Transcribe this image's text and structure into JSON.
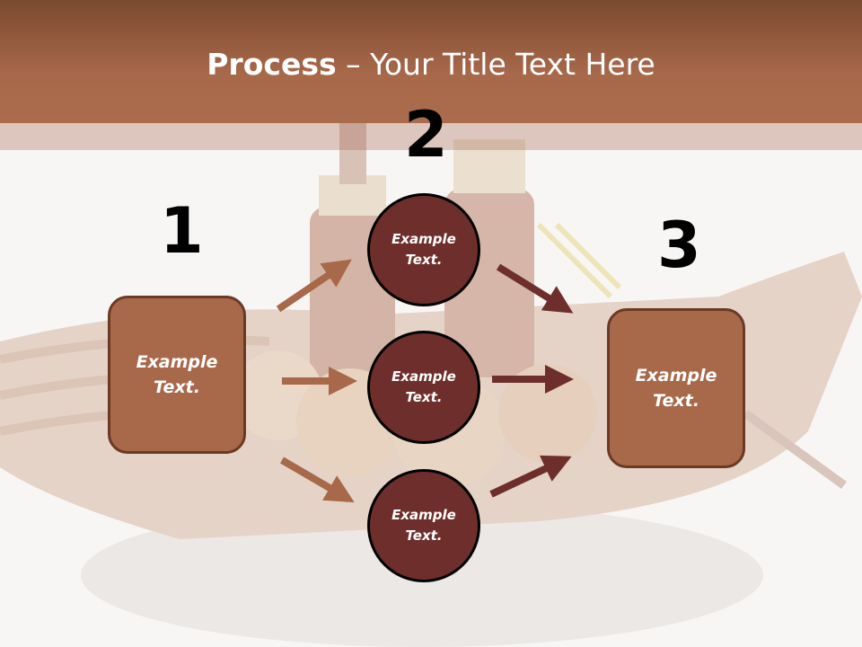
{
  "slide": {
    "title_bold": "Process",
    "title_rest": " – Your Title Text Here"
  },
  "steps": {
    "n1": "1",
    "n2": "2",
    "n3": "3"
  },
  "left_box": {
    "text": "Example\nText."
  },
  "right_box": {
    "text": "Example\nText."
  },
  "circles": [
    {
      "text": "Example\nText."
    },
    {
      "text": "Example\nText."
    },
    {
      "text": "Example\nText."
    }
  ],
  "colors": {
    "header": "#a8684a",
    "box_fill": "#a8684a",
    "circle_fill": "#6e2f2c",
    "arrow_left": "#a8684a",
    "arrow_right": "#6e2f2c"
  }
}
